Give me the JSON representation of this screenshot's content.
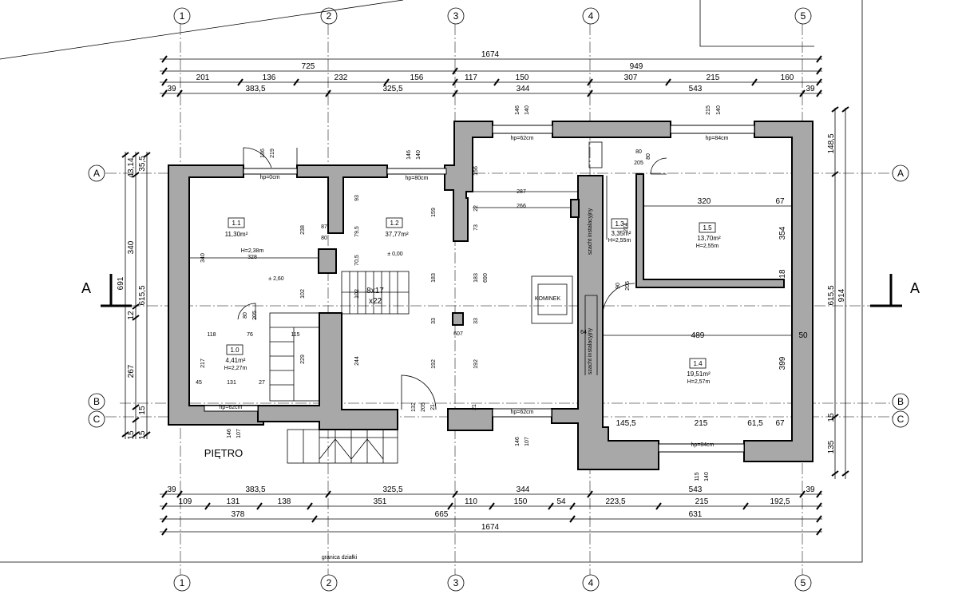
{
  "axes": {
    "columns": [
      "1",
      "2",
      "3",
      "4",
      "5"
    ],
    "rows": [
      "A",
      "B",
      "C"
    ]
  },
  "dims_top": {
    "row1": [
      "1674"
    ],
    "row2": [
      "725",
      "949"
    ],
    "row3": [
      "201",
      "136",
      "232",
      "156",
      "117",
      "150",
      "307",
      "215",
      "160"
    ],
    "row4": [
      "39",
      "383,5",
      "325,5",
      "344",
      "543",
      "39"
    ]
  },
  "dims_bottom": {
    "row1": [
      "39",
      "383,5",
      "325,5",
      "344",
      "543",
      "39"
    ],
    "row2": [
      "109",
      "131",
      "138",
      "351",
      "110",
      "150",
      "54",
      "223,5",
      "215",
      "192,5"
    ],
    "row3": [
      "378",
      "665",
      "631"
    ],
    "row4": [
      "1674"
    ]
  },
  "dims_left": [
    "691",
    "615,5",
    "43,14",
    "35,5",
    "340",
    "12",
    "267",
    "15",
    "15",
    "15"
  ],
  "dims_right": [
    "148,5",
    "615,5",
    "914",
    "135",
    "15"
  ],
  "rooms": [
    {
      "no": "1.1",
      "area": "11,30m²",
      "height": "H=2,38m"
    },
    {
      "no": "1.2",
      "area": "37,77m²",
      "height": ""
    },
    {
      "no": "1.3",
      "area": "3,35m²",
      "height": "H=2,55m"
    },
    {
      "no": "1.5",
      "area": "13,70m²",
      "height": "H=2,55m"
    },
    {
      "no": "1.0",
      "area": "4,41m²",
      "height": "H=2,27m"
    },
    {
      "no": "1.4",
      "area": "19,51m²",
      "height": "H=2,57m"
    }
  ],
  "windows": [
    "hp=0cm",
    "hp=80cm",
    "hp=62cm",
    "hp=84cm",
    "hp=62cm",
    "hp=62cm",
    "hp=84cm"
  ],
  "inner_dims": [
    "136",
    "219",
    "146",
    "140",
    "146",
    "140",
    "215",
    "140",
    "80",
    "80",
    "205",
    "93",
    "238",
    "87",
    "80",
    "159",
    "79,5",
    "70,5",
    "102",
    "102",
    "183",
    "183",
    "690",
    "33",
    "33",
    "607",
    "192",
    "192",
    "244",
    "229",
    "217",
    "118",
    "76",
    "115",
    "45",
    "131",
    "27",
    "80",
    "205",
    "132",
    "205",
    "21",
    "21",
    "146",
    "107",
    "146",
    "107",
    "115",
    "140",
    "287",
    "266",
    "320",
    "67",
    "274",
    "354",
    "18",
    "489",
    "50",
    "399",
    "145,5",
    "215",
    "61,5",
    "67",
    "90",
    "205",
    "64",
    "328",
    "340",
    "156",
    "73",
    "22"
  ],
  "labels": {
    "level_1": "± 2,60",
    "level_2": "± 0,00",
    "stairs": "8x17",
    "stairs2": "x22",
    "kominek": "KOMINEK",
    "section_left": "A",
    "section_right": "A",
    "floor_name": "PIĘTRO",
    "boundary": "granica działki",
    "shaft": "szacht instalacyjny",
    "shaft2": "szacht instalacyjny"
  }
}
